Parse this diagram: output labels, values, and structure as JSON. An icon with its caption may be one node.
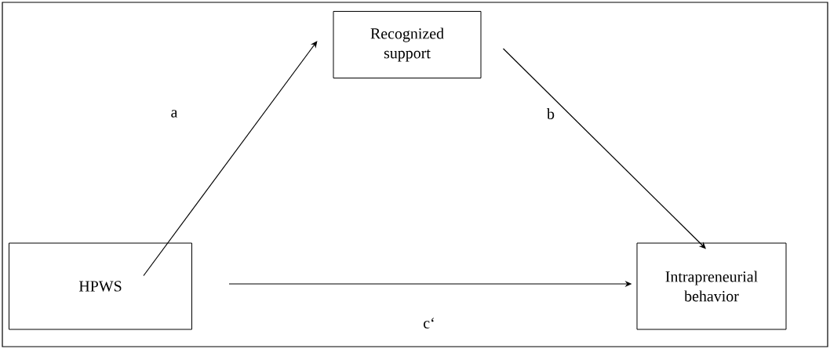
{
  "diagram": {
    "nodes": [
      {
        "text": [
          "Recognized support"
        ]
      },
      {
        "text": [
          "HPWS"
        ]
      },
      {
        "text": [
          "Intrapreneurial behavior"
        ]
      }
    ],
    "edges": [
      {
        "from": 1,
        "to": 0,
        "arrow": "to",
        "label": "a"
      },
      {
        "from": 0,
        "to": 2,
        "arrow": "to",
        "label": "b"
      },
      {
        "from": 1,
        "to": 2,
        "arrow": "to",
        "label": "c‘"
      }
    ]
  }
}
